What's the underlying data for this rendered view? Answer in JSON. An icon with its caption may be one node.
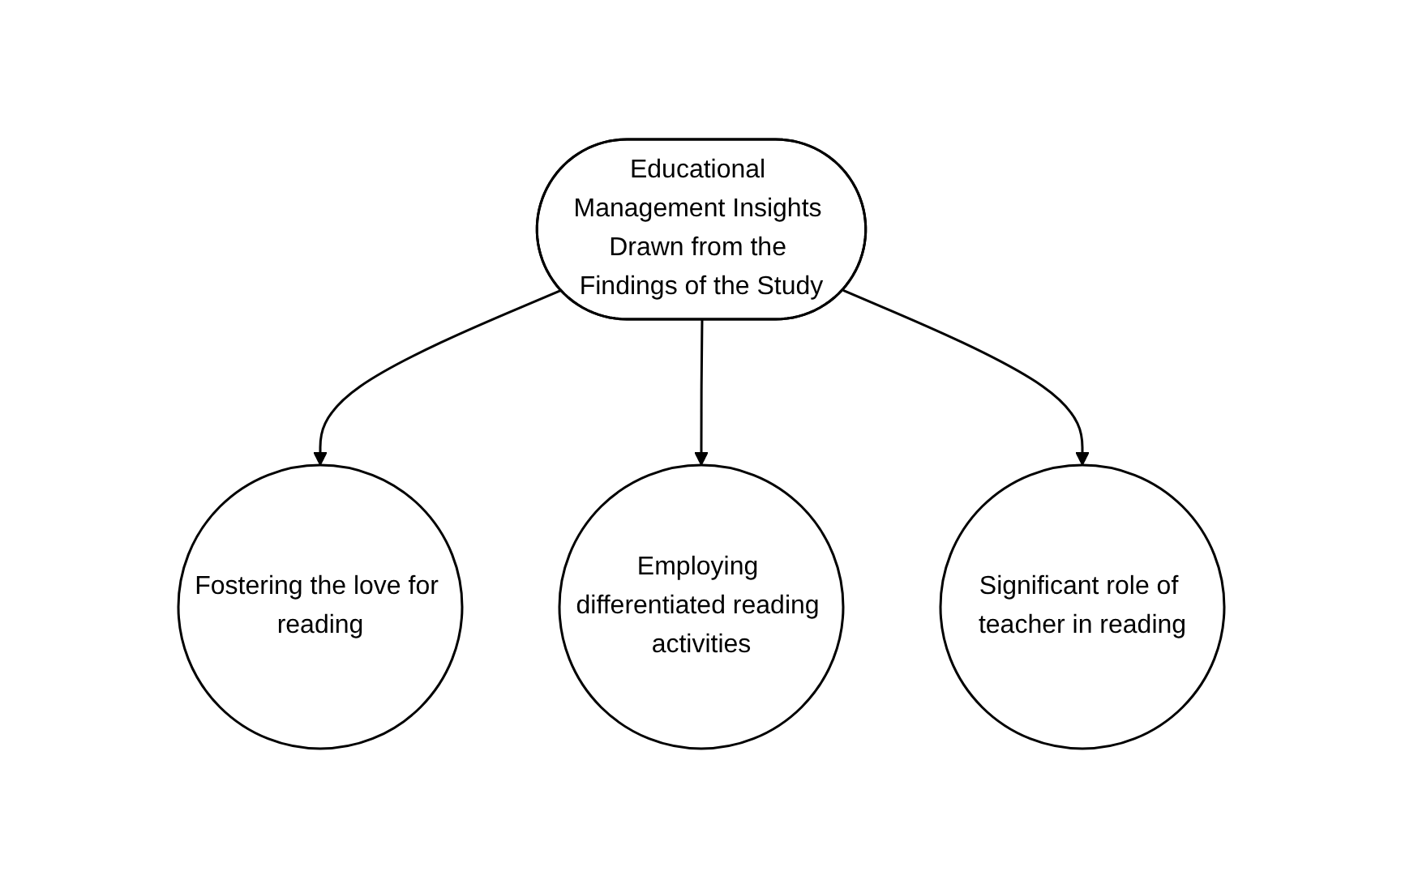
{
  "diagram": {
    "nodes": [
      {
        "text": [
          "Educational Management Insights Drawn from the Findings of the Study"
        ]
      },
      {
        "text": [
          "Fostering the love for reading"
        ]
      },
      {
        "text": [
          "Employing differentiated reading activities"
        ]
      },
      {
        "text": [
          "Significant role of teacher in reading"
        ]
      }
    ],
    "edges": [
      {
        "from": 0,
        "to": 1,
        "arrow": "to"
      },
      {
        "from": 0,
        "to": 2,
        "arrow": "to"
      },
      {
        "from": 0,
        "to": 3,
        "arrow": "to"
      }
    ]
  }
}
